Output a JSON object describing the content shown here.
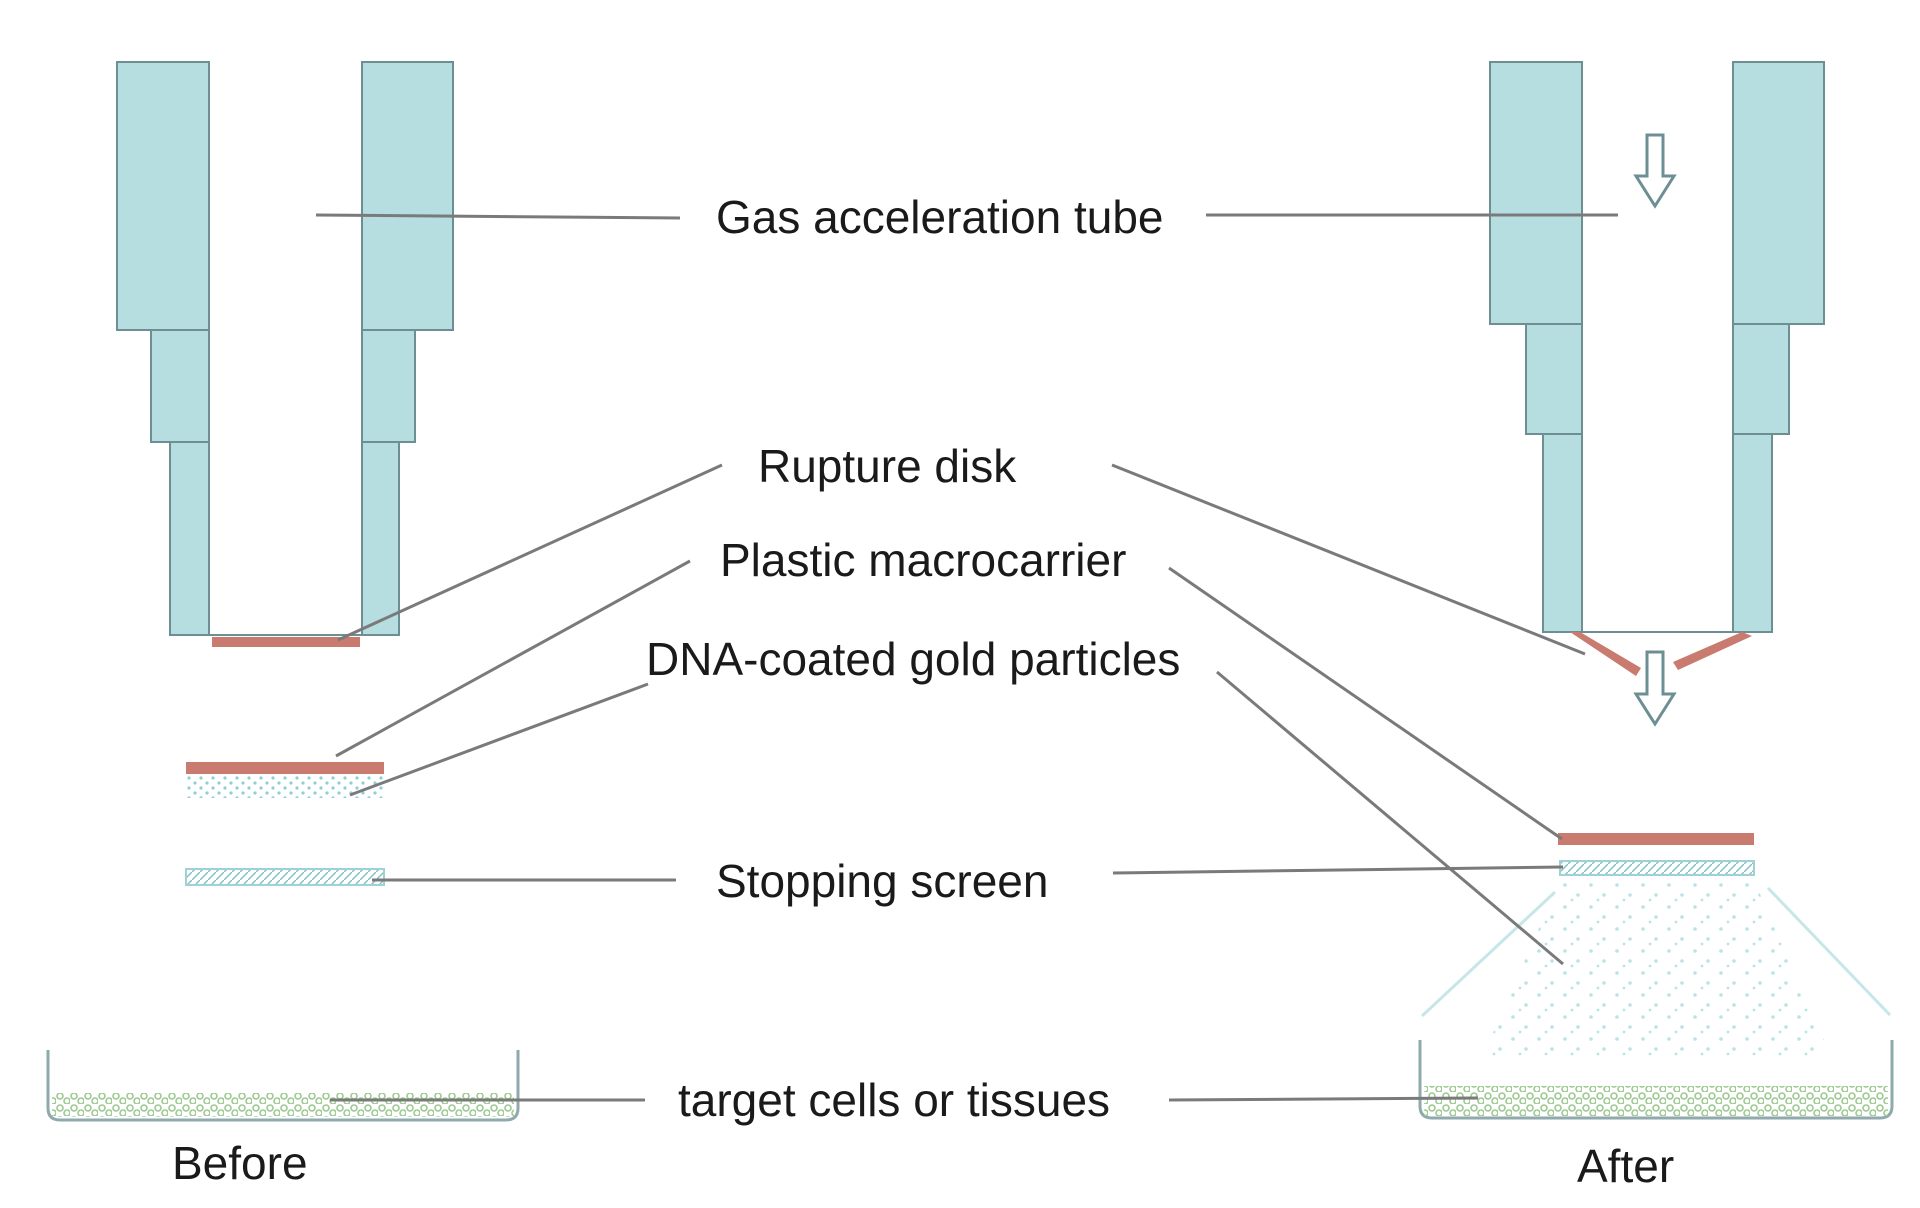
{
  "labels": {
    "gas_tube": "Gas acceleration tube",
    "rupture_disk": "Rupture disk",
    "macrocarrier": "Plastic macrocarrier",
    "particles": "DNA-coated gold particles",
    "stopping_screen": "Stopping screen",
    "target": "target cells or tissues",
    "before": "Before",
    "after": "After"
  },
  "colors": {
    "tube_fill": "#b6dde0",
    "tube_edge": "#6d8f93",
    "rupture_disk": "#c87b6e",
    "particles": "#8fcfd3",
    "target_cells": "#9bc98f",
    "leader_line": "#7a7a7a"
  },
  "icons": {
    "gas_flow": "down-arrow-icon",
    "particle_flow": "down-arrow-icon"
  }
}
